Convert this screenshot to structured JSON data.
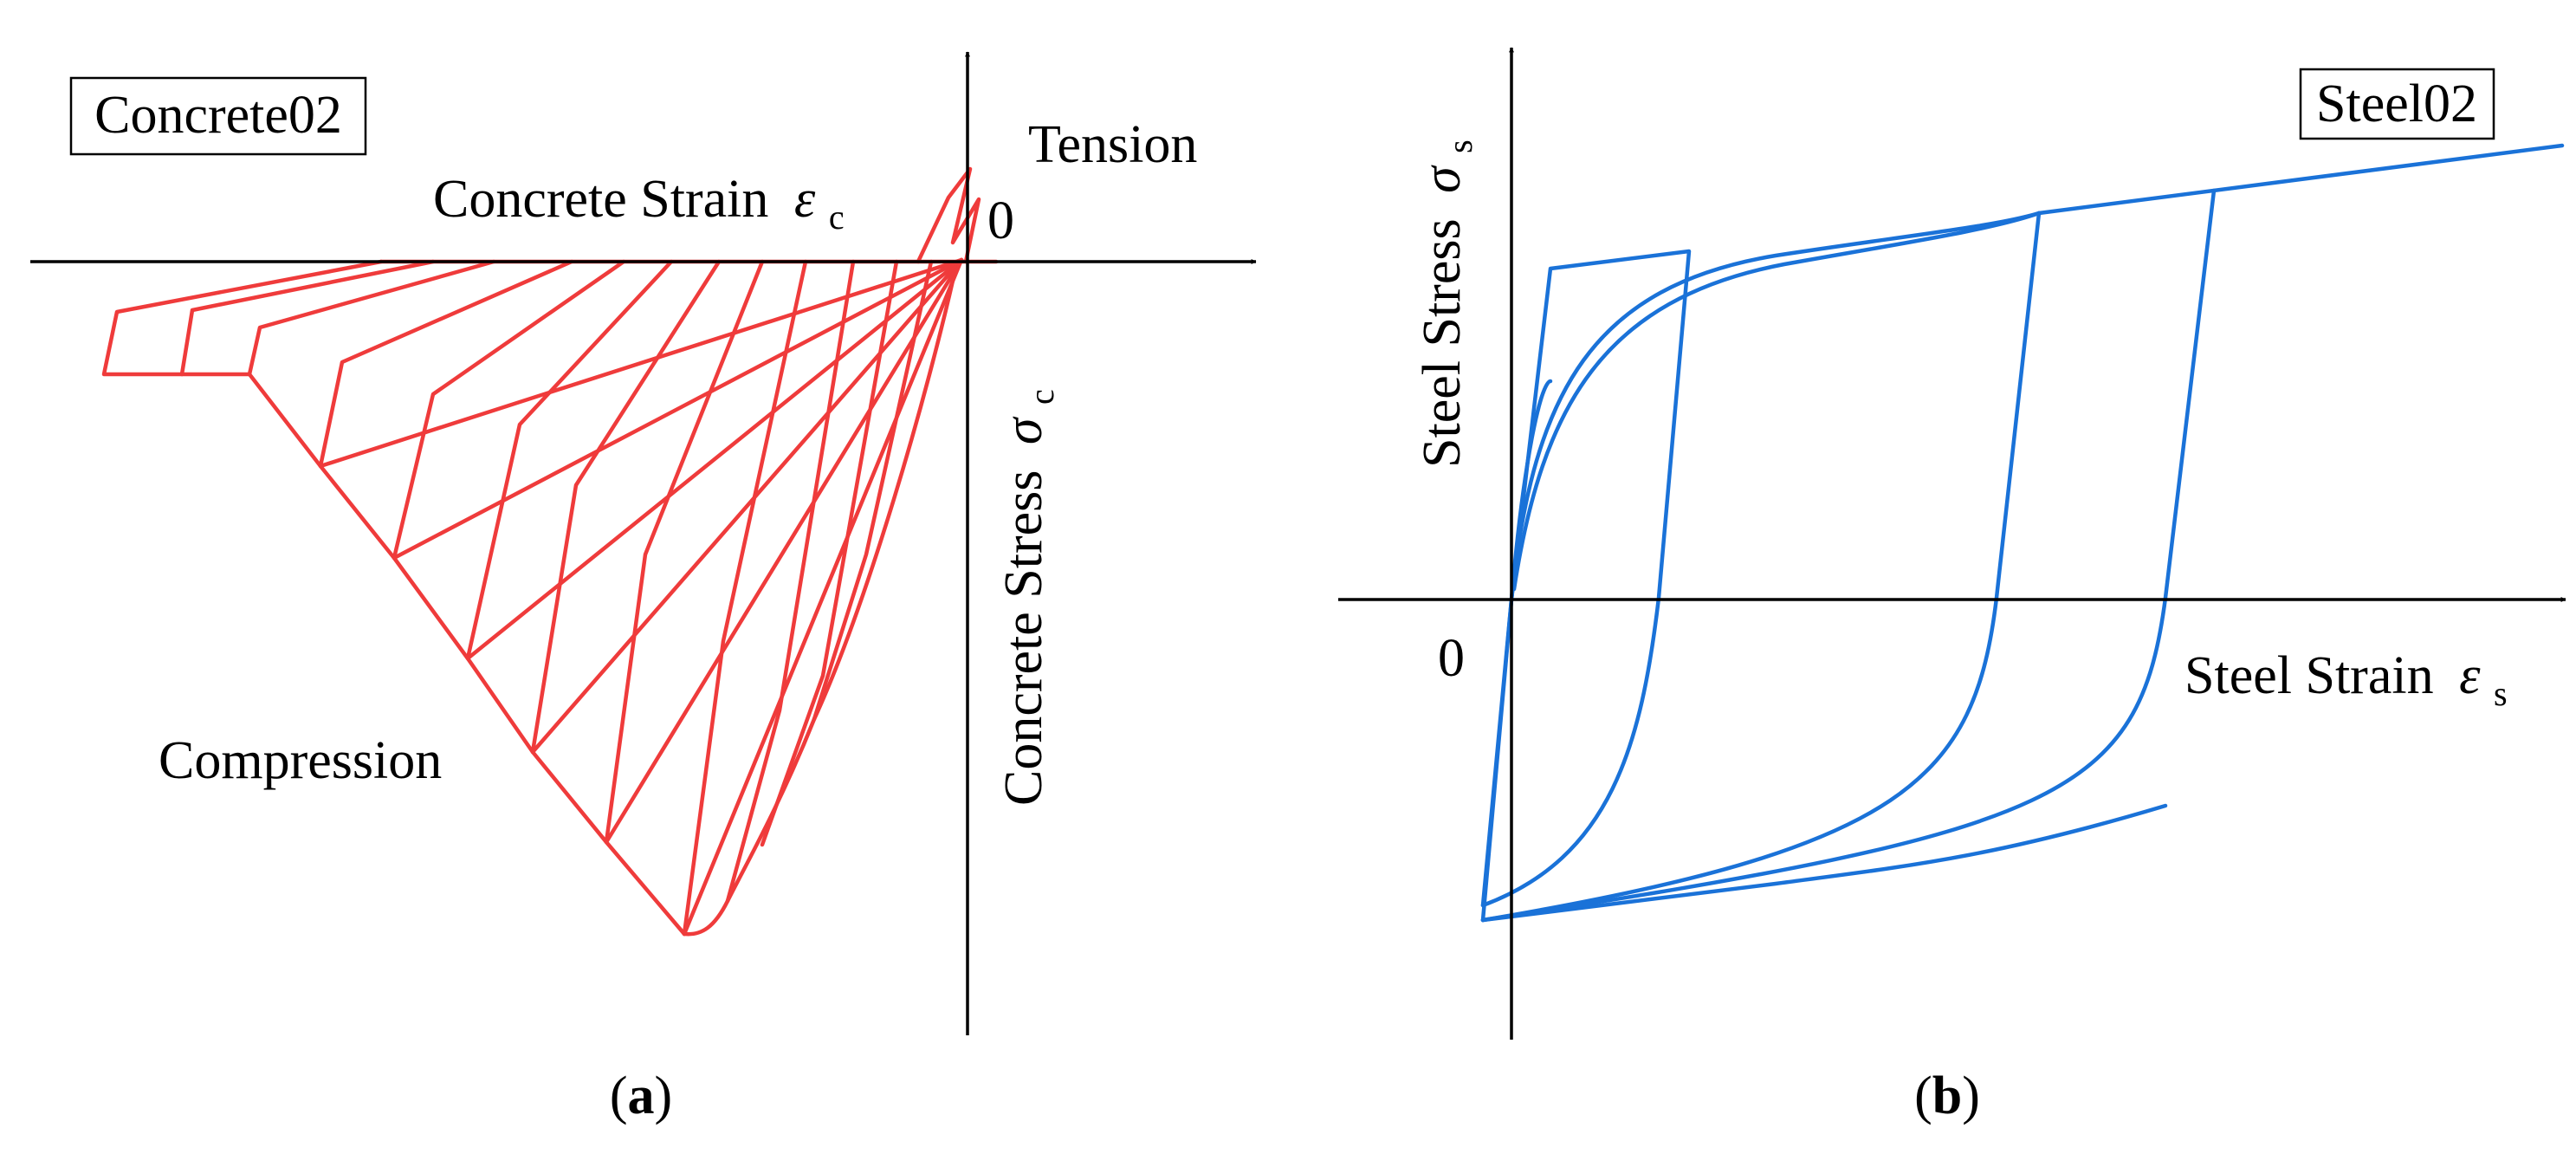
{
  "panel_a": {
    "box_label": "Concrete02",
    "x_axis_label": "Concrete Strain",
    "x_axis_symbol": "ε",
    "x_axis_subscript": "c",
    "y_axis_label": "Concrete Stress",
    "y_axis_symbol": "σ",
    "y_axis_subscript": "c",
    "region_tension": "Tension",
    "region_compression": "Compression",
    "origin": "0",
    "caption_open": "(",
    "caption_letter": "a",
    "caption_close": ")",
    "curve_color": "#ef3b3b"
  },
  "panel_b": {
    "box_label": "Steel02",
    "x_axis_label": "Steel Strain",
    "x_axis_symbol": "ε",
    "x_axis_subscript": "s",
    "y_axis_label": "Steel Stress",
    "y_axis_symbol": "σ",
    "y_axis_subscript": "s",
    "origin": "0",
    "caption_open": "(",
    "caption_letter": "b",
    "caption_close": ")",
    "curve_color": "#1a72d8"
  },
  "axis_color": "#000000"
}
